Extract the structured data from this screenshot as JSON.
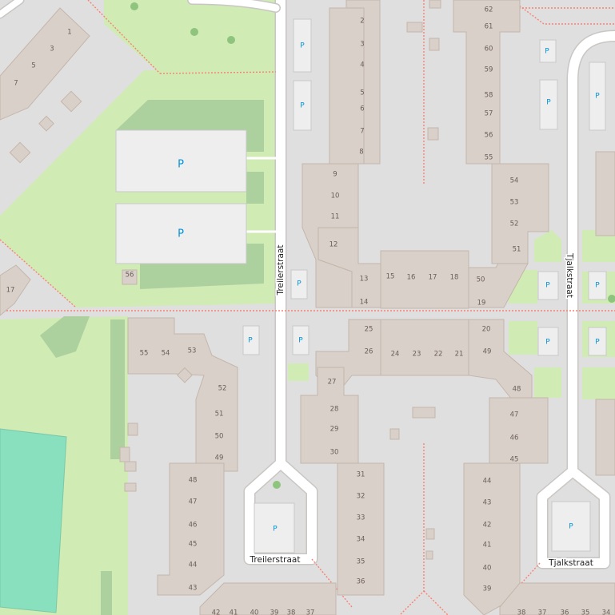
{
  "map": {
    "streets": {
      "treilerstraat": "Treilerstraat",
      "tjalkstraat": "Tjalkstraat"
    },
    "parking_symbol": "P",
    "colors": {
      "background": "#e0dfdf",
      "building": "#d9d0c9",
      "park": "#d0ebb4",
      "grass": "#add19e",
      "pitch": "#88e0be",
      "footpath": "#fa8072",
      "parking_text": "#0092da"
    },
    "house_numbers": [
      "1",
      "3",
      "5",
      "7",
      "2",
      "3",
      "4",
      "5",
      "6",
      "7",
      "8",
      "9",
      "10",
      "11",
      "12",
      "13",
      "14",
      "15",
      "16",
      "17",
      "18",
      "50",
      "19",
      "51",
      "52",
      "53",
      "54",
      "55",
      "56",
      "57",
      "58",
      "59",
      "60",
      "61",
      "62",
      "25",
      "26",
      "24",
      "23",
      "22",
      "21",
      "20",
      "49",
      "48",
      "47",
      "46",
      "45",
      "44",
      "43",
      "42",
      "41",
      "40",
      "39",
      "27",
      "28",
      "29",
      "30",
      "31",
      "32",
      "33",
      "34",
      "35",
      "36",
      "55",
      "54",
      "53",
      "52",
      "51",
      "50",
      "49",
      "48",
      "47",
      "46",
      "45",
      "44",
      "43",
      "56",
      "17",
      "42",
      "41",
      "40",
      "39",
      "38",
      "37",
      "38",
      "37",
      "36",
      "35",
      "34"
    ]
  }
}
